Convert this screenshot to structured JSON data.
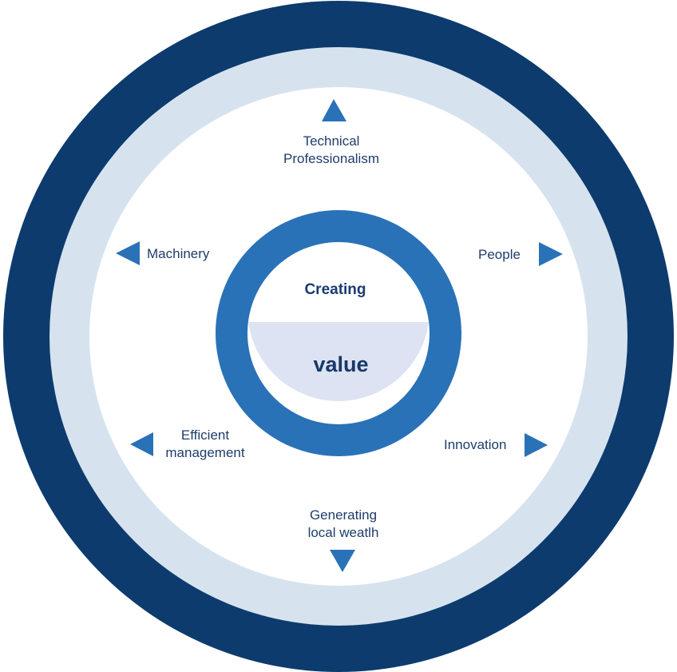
{
  "center": {
    "top_text": "Creating",
    "bottom_text": "value"
  },
  "labels": {
    "top": [
      "Technical",
      "Professionalism"
    ],
    "left_upper": "Machinery",
    "right_upper": "People",
    "left_lower": [
      "Efficient",
      "management"
    ],
    "right_lower": "Innovation",
    "bottom": [
      "Generating",
      "local weatlh"
    ]
  },
  "colors": {
    "outer_ring": "#0d3b6e",
    "middle_ring": "#d6e3ef",
    "inner_ring": "#2a72b7",
    "center_lower_fill": "#dde3f3",
    "arrow": "#2a72b7",
    "text": "#1f3d6b"
  }
}
